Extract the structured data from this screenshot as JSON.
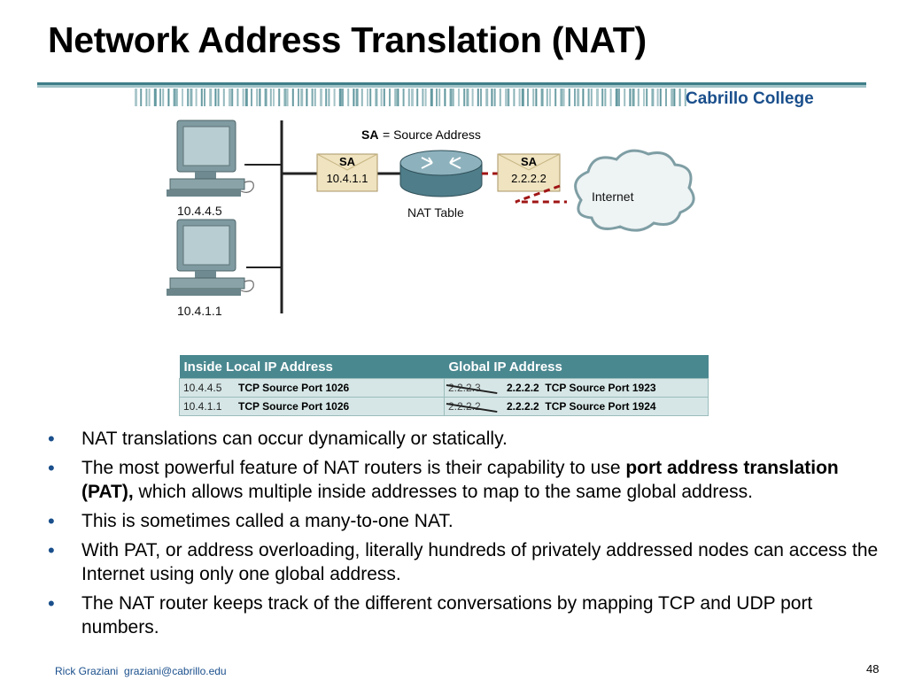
{
  "slide": {
    "title": "Network Address Translation (NAT)",
    "brand": "Cabrillo College",
    "page_number": "48",
    "footer": {
      "author": "Rick Graziani",
      "email": "graziani@cabrillo.edu"
    }
  },
  "diagram": {
    "legend_key": "SA",
    "legend_text": "= Source Address",
    "host_1_ip": "10.4.4.5",
    "host_2_ip": "10.4.1.1",
    "inside_packet": {
      "label": "SA",
      "address": "10.4.1.1"
    },
    "outside_packet": {
      "label": "SA",
      "address": "2.2.2.2"
    },
    "router_label": "NAT Table",
    "cloud_label": "Internet"
  },
  "nat_table": {
    "headers": [
      "Inside Local IP Address",
      "Global IP Address"
    ],
    "rows": [
      {
        "local_ip": "10.4.4.5",
        "local_port": "TCP Source Port 1026",
        "old_global": "2.2.2.3",
        "global_ip": "2.2.2.2",
        "global_port": "TCP Source Port 1923"
      },
      {
        "local_ip": "10.4.1.1",
        "local_port": "TCP Source Port 1026",
        "old_global": "2.2.2.2",
        "global_ip": "2.2.2.2",
        "global_port": "TCP Source Port 1924"
      }
    ]
  },
  "bullets": {
    "b1": "NAT translations can occur dynamically or statically.",
    "b2_pre": "The most powerful feature of NAT routers is their capability to use ",
    "b2_bold": "port address translation (PAT),",
    "b2_post": " which allows multiple inside addresses to map to the same global address.",
    "b3": "This is sometimes called a many-to-one NAT.",
    "b4": "With PAT, or address overloading, literally hundreds of privately addressed nodes can access the Internet using only one global address.",
    "b5": "The NAT router keeps track of the different conversations by mapping TCP and UDP port numbers.",
    "marker": "•"
  },
  "colors": {
    "brand_blue": "#1a4f8c",
    "table_header": "#4a8890",
    "table_row": "#d6e6e6",
    "banner_teal": "#4a8890",
    "link_red": "#a01515"
  }
}
